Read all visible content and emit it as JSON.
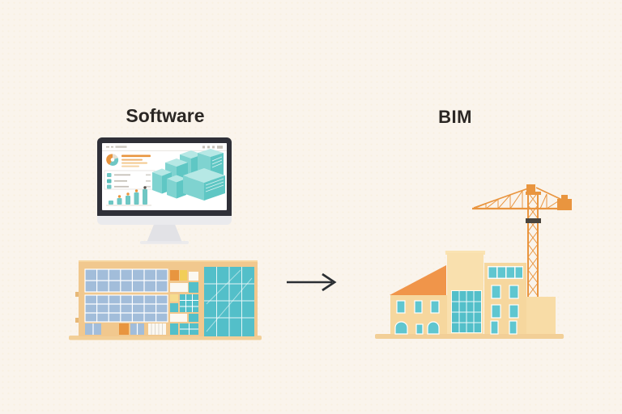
{
  "scene": {
    "description": "Flat illustration comparing BIM design software on a monitor with a real building under construction",
    "background_color": "#FAF4EC"
  },
  "labels": {
    "software": "Software",
    "bim": "BIM"
  },
  "arrow": {
    "icon": "arrow-right-icon",
    "color": "#2B2F33"
  },
  "monitor": {
    "type": "desktop-monitor",
    "screen": {
      "content": "bim-dashboard-with-isometric-3d-building-model",
      "mini_bar_chart": {
        "type": "bar",
        "values": [
          5,
          8,
          11,
          15,
          19
        ]
      }
    }
  },
  "illustrations": {
    "left_building": "modern-office-elevation-with-glass-curtain-wall",
    "right_building": "cream-buildings-under-construction",
    "crane": "orange-tower-crane"
  },
  "palette": {
    "background": "#FAF4EC",
    "ink": "#2B2724",
    "monitor_bezel": "#2F3038",
    "screen_teal": "#6FC7C4",
    "accent_orange": "#E8953F",
    "accent_yellow": "#F2CE58",
    "building_tan": "#F1C88E",
    "window_blue": "#A2BDDA",
    "glass_teal": "#53BFC9",
    "cream_wall": "#F8DCA6",
    "roof_orange": "#F0954A",
    "crane_orange": "#E9953F",
    "ground_tan": "#F2CF97"
  }
}
